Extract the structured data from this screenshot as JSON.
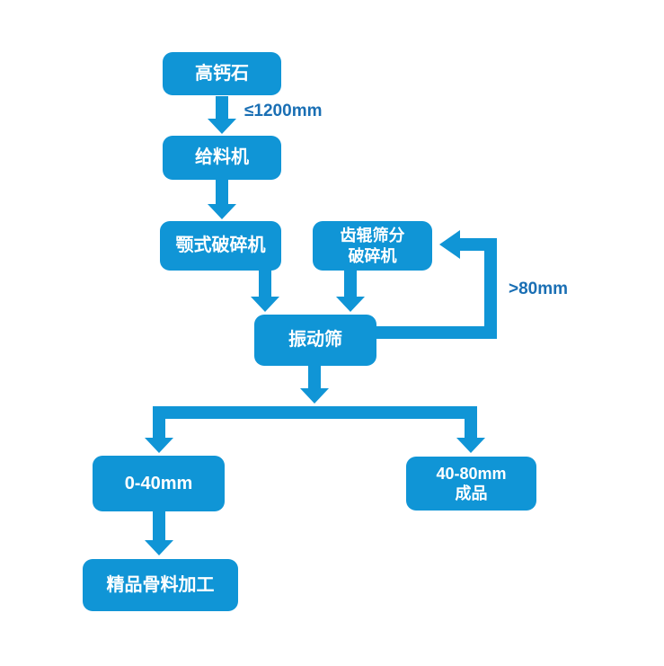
{
  "diagram": {
    "type": "flowchart",
    "nodes": {
      "limestone": {
        "label": "高钙石"
      },
      "feeder": {
        "label": "给料机"
      },
      "jaw_crusher": {
        "label": "颚式破碎机"
      },
      "roller_crusher": {
        "line1": "齿辊筛分",
        "line2": "破碎机"
      },
      "vibrating_screen": {
        "label": "振动筛"
      },
      "fraction_0_40": {
        "label": "0-40mm"
      },
      "fraction_40_80": {
        "line1": "40-80mm",
        "line2": "成品"
      },
      "aggregate_processing": {
        "label": "精品骨料加工"
      }
    },
    "edge_labels": {
      "max_feed_size": "≤1200mm",
      "oversize_return": ">80mm"
    },
    "colors": {
      "node_fill": "#1095d6",
      "node_text": "#ffffff",
      "edge_label_text": "#1a6fb4",
      "background": "#ffffff"
    }
  }
}
